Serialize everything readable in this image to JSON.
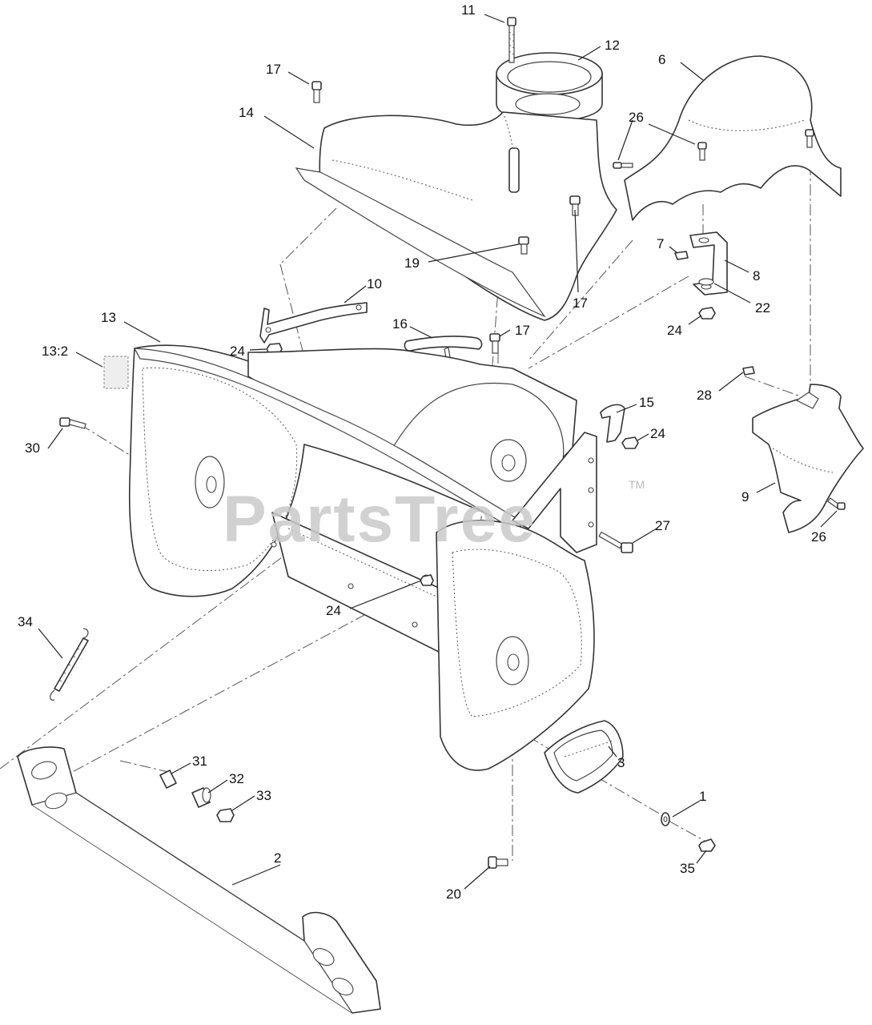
{
  "watermark": {
    "text": "PartsTree",
    "trademark": "TM"
  },
  "callouts": {
    "c1": "1",
    "c2": "2",
    "c3": "3",
    "c6": "6",
    "c7": "7",
    "c8": "8",
    "c9": "9",
    "c10": "10",
    "c11": "11",
    "c12": "12",
    "c13": "13",
    "c13_2": "13:2",
    "c14": "14",
    "c15": "15",
    "c16": "16",
    "c17a": "17",
    "c17b": "17",
    "c17c": "17",
    "c19": "19",
    "c20": "20",
    "c22": "22",
    "c24a": "24",
    "c24b": "24",
    "c24c": "24",
    "c24d": "24",
    "c26a": "26",
    "c26b": "26",
    "c27": "27",
    "c28": "28",
    "c30": "30",
    "c31": "31",
    "c32": "32",
    "c33": "33",
    "c34": "34",
    "c35": "35"
  }
}
